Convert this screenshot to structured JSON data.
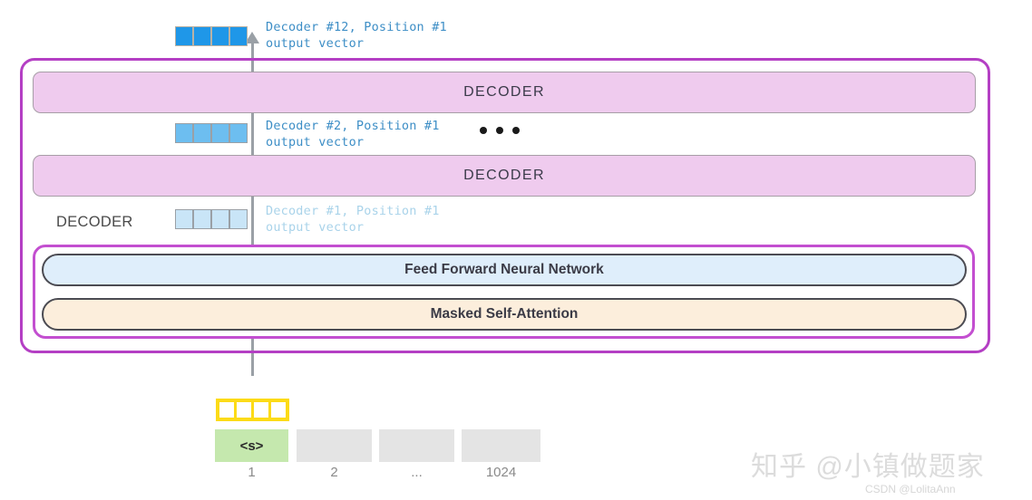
{
  "diagram": {
    "title": "GPT-2 decoder stack with output vectors per layer",
    "colors": {
      "outer_frame_purple": "#b43fc4",
      "inner_frame_purple": "#c34fd0",
      "decoder_bar_fill": "#efcbee",
      "ffn_fill": "#dfeefb",
      "msa_fill": "#fceedc",
      "vector_bright_blue": "#1f97e8",
      "vector_medium_blue": "#6dbef0",
      "vector_light_blue": "#c9e5f7",
      "embedding_yellow": "#fcdb18",
      "token_green": "#c5e8ae",
      "token_gray": "#e4e4e4",
      "arrow_gray": "#9aa0a6",
      "anno_strong_blue": "#3d8ec6",
      "anno_faint_blue": "#a9d3ea"
    },
    "annotations": {
      "decoder_12": {
        "line1": "Decoder #12, Position #1",
        "line2": "output vector"
      },
      "decoder_2": {
        "line1": "Decoder #2, Position #1",
        "line2": "output vector"
      },
      "decoder_1": {
        "line1": "Decoder #1, Position #1",
        "line2": "output vector"
      }
    },
    "decoder_caption": "DECODER",
    "decoder_bars": [
      {
        "label": "DECODER"
      },
      {
        "label": "DECODER"
      }
    ],
    "sublayers": [
      {
        "name": "feed-forward",
        "label": "Feed Forward Neural Network"
      },
      {
        "name": "masked-self-attention",
        "label": "Masked Self-Attention"
      }
    ],
    "ellipsis_dots": 3,
    "vector_cells_per_strip": 4,
    "embedding_cells": 4,
    "tokens": [
      {
        "text": "<s>",
        "index_label": "1",
        "state": "filled"
      },
      {
        "text": "",
        "index_label": "2",
        "state": "empty"
      },
      {
        "text": "",
        "index_label": "...",
        "state": "empty"
      },
      {
        "text": "",
        "index_label": "1024",
        "state": "empty"
      }
    ]
  },
  "watermark": {
    "primary": "知乎 @小镇做题家",
    "secondary": "CSDN @LolitaAnn"
  }
}
